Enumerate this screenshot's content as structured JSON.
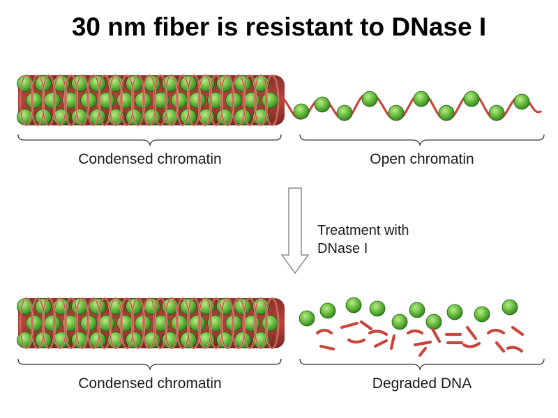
{
  "title": "30 nm fiber is resistant to DNase I",
  "top_row": {
    "left_label": "Condensed chromatin",
    "right_label": "Open chromatin"
  },
  "arrow": {
    "label_line1": "Treatment with",
    "label_line2": "DNase I"
  },
  "bottom_row": {
    "left_label": "Condensed chromatin",
    "right_label": "Degraded DNA"
  },
  "colors": {
    "dna_red": "#c8463c",
    "dna_light": "#e8a08a",
    "nucleosome_green": "#62b83a",
    "nucleosome_dark": "#2f7a1e",
    "arrow_gray": "#9a9a9a"
  }
}
